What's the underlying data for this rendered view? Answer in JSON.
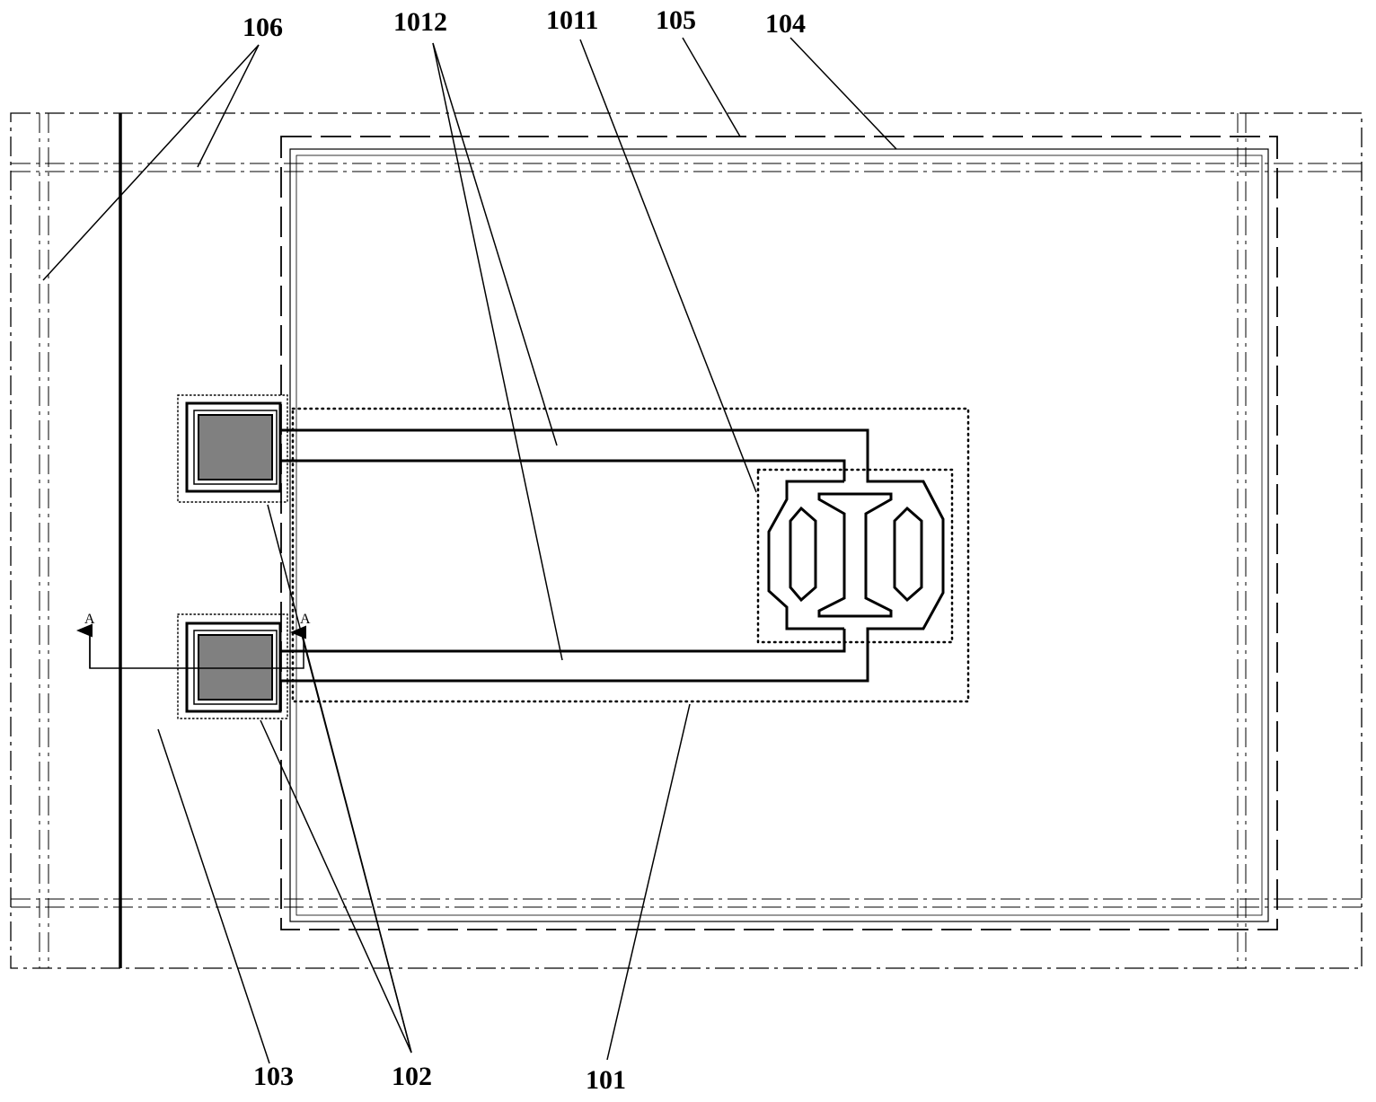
{
  "labels": {
    "l106": "106",
    "l1012": "1012",
    "l1011": "1011",
    "l105": "105",
    "l104": "104",
    "l103": "103",
    "l102": "102",
    "l101": "101",
    "section_a_left": "A",
    "section_a_right": "A"
  },
  "colors": {
    "line": "#000000",
    "pad_fill": "#808080",
    "background": "#ffffff"
  }
}
